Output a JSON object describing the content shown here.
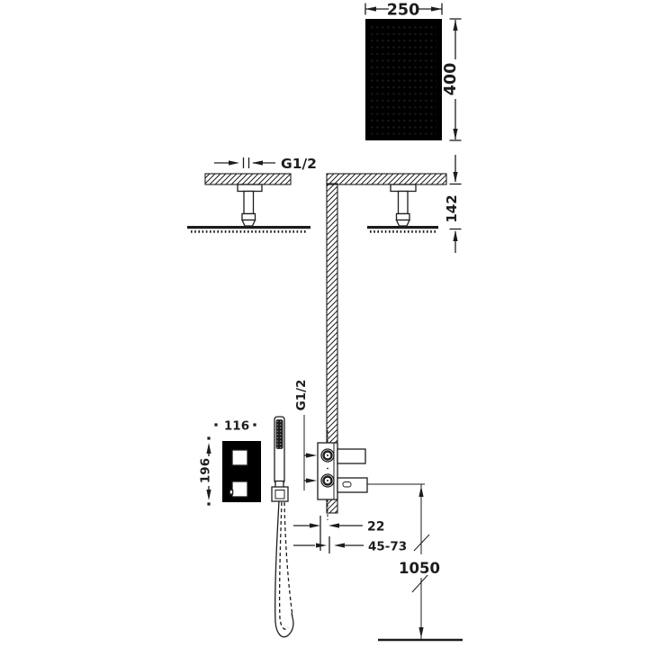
{
  "colors": {
    "ink": "#1d1d1d",
    "bg": "#ffffff"
  },
  "labels": {
    "head_width": "250",
    "head_height": "400",
    "ceiling_arm_thread": "G1/2",
    "head_drop": "142",
    "plate_width": "116",
    "plate_height": "196",
    "valve_inlet_thread": "G1/2",
    "min_depth": "22",
    "embed_depth": "45-73",
    "valve_height": "1050"
  }
}
